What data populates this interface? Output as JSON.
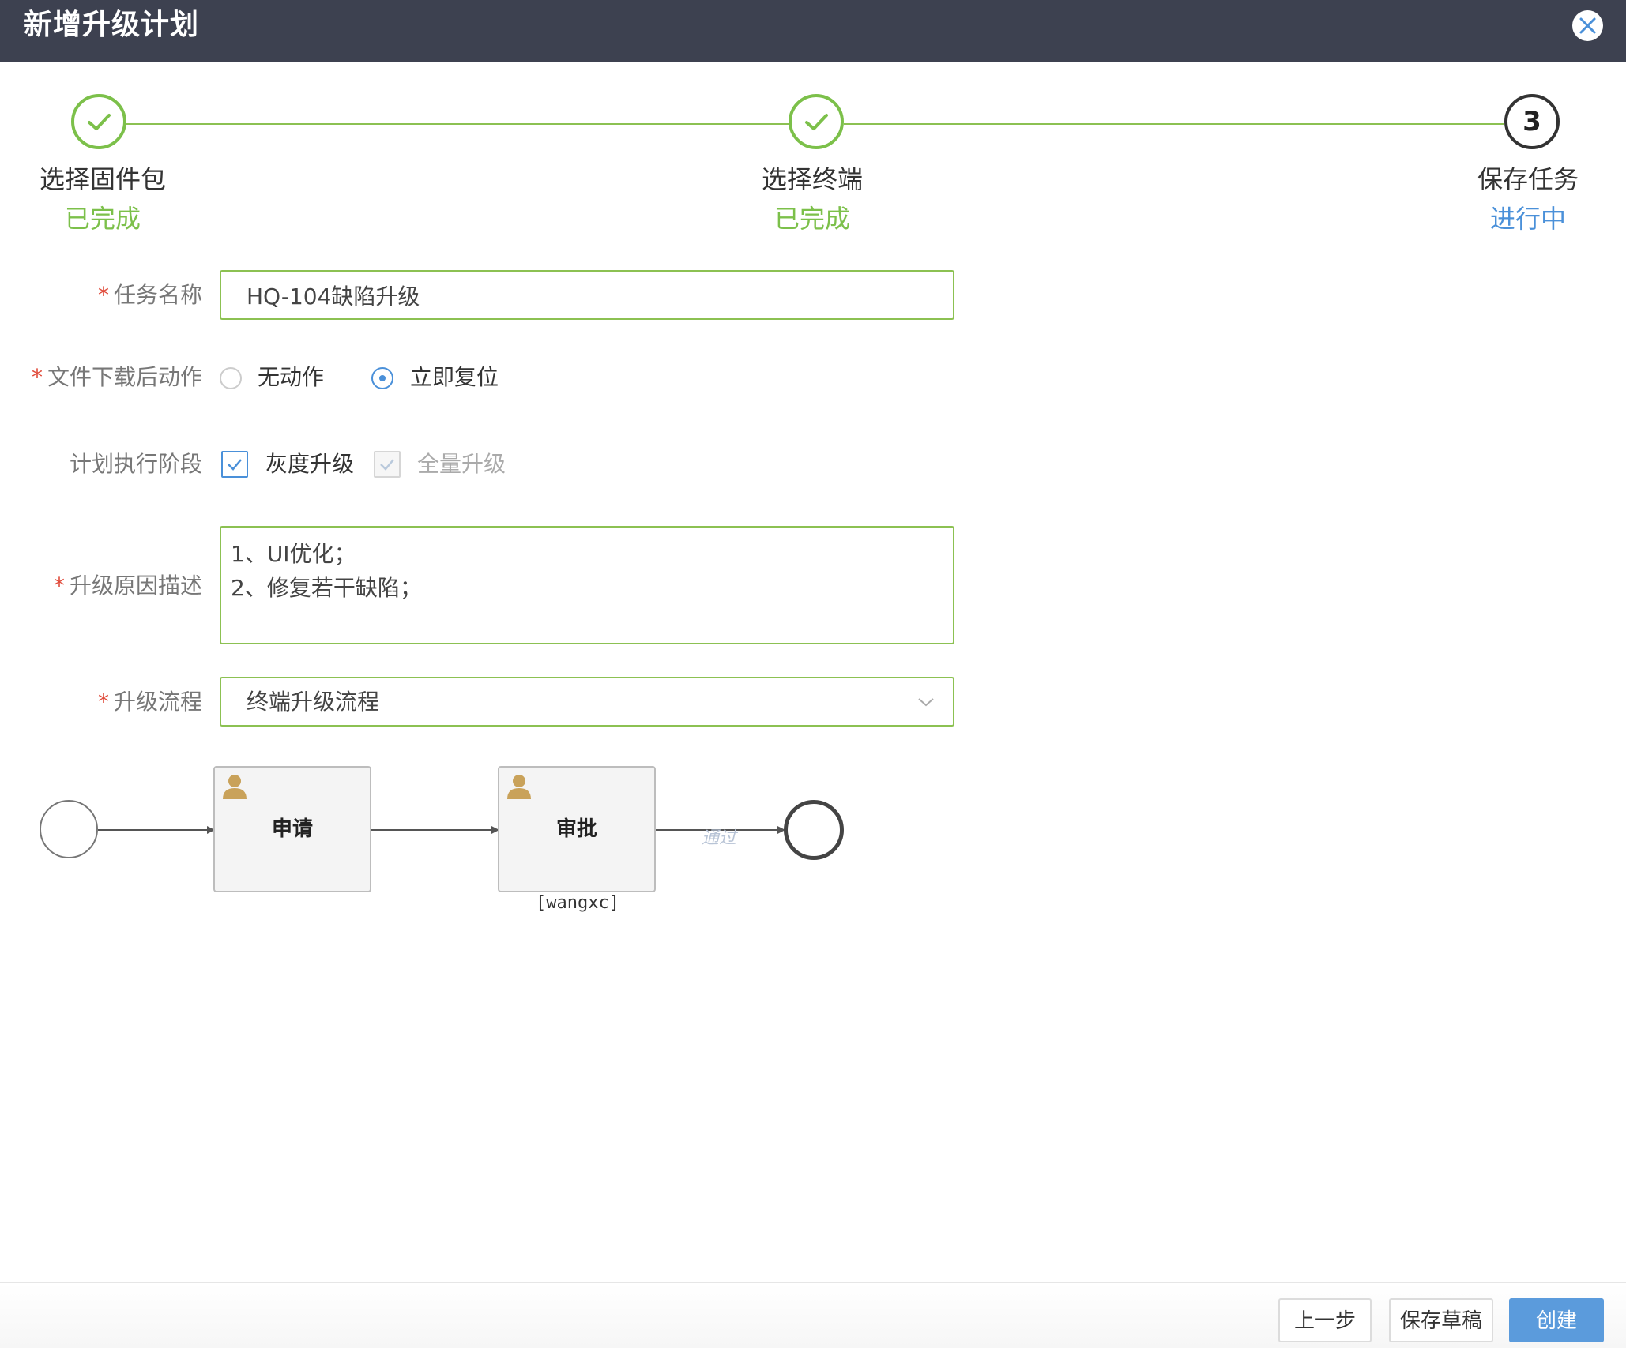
{
  "dialog": {
    "title": "新增升级计划",
    "close_icon": "close-icon"
  },
  "steps": [
    {
      "title": "选择固件包",
      "status": "已完成",
      "state": "done"
    },
    {
      "title": "选择终端",
      "status": "已完成",
      "state": "done"
    },
    {
      "title": "保存任务",
      "status": "进行中",
      "state": "current",
      "number": "3"
    }
  ],
  "form": {
    "task_name": {
      "label": "任务名称",
      "required": true,
      "value": "HQ-104缺陷升级"
    },
    "post_download_action": {
      "label": "文件下载后动作",
      "required": true,
      "options": [
        {
          "label": "无动作",
          "checked": false
        },
        {
          "label": "立即复位",
          "checked": true
        }
      ]
    },
    "execution_stage": {
      "label": "计划执行阶段",
      "required": false,
      "options": [
        {
          "label": "灰度升级",
          "checked": true,
          "disabled": false
        },
        {
          "label": "全量升级",
          "checked": true,
          "disabled": true
        }
      ]
    },
    "reason": {
      "label": "升级原因描述",
      "required": true,
      "lines": [
        "1、UI优化；",
        "2、修复若干缺陷；"
      ]
    },
    "process": {
      "label": "升级流程",
      "required": true,
      "value": "终端升级流程"
    }
  },
  "workflow": {
    "tasks": [
      {
        "name": "申请",
        "icon": "user-icon",
        "assignee": ""
      },
      {
        "name": "审批",
        "icon": "user-icon",
        "assignee": "[wangxc]"
      }
    ],
    "flow_label": "通过"
  },
  "footer": {
    "prev_label": "上一步",
    "draft_label": "保存草稿",
    "create_label": "创建"
  },
  "colors": {
    "titlebar": "#3d4150",
    "done": "#7cc04a",
    "current": "#4a90d9",
    "required": "#e04a3a",
    "primary_button": "#5b9bdc"
  }
}
